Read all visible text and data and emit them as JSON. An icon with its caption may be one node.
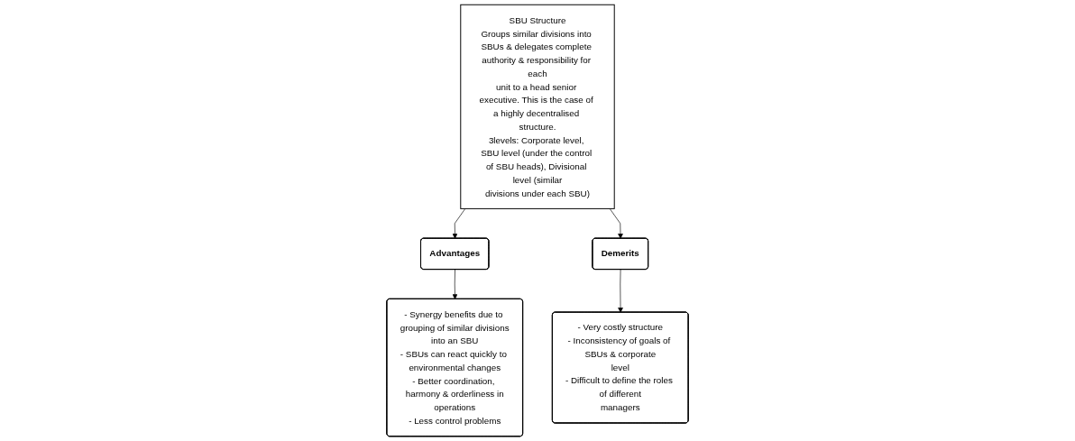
{
  "diagram": {
    "nodes": [
      {
        "text": [
          "SBU Structure",
          "Groups similar divisions into SBUs & delegates complete authority & responsibility for each unit to a head senior executive. This is the case of a highly decentralised structure.",
          "3levels: Corporate level, SBU level (under the control of SBU heads), Divisional level (similar divisions under each SBU)"
        ]
      },
      {
        "text": [
          "Advantages"
        ]
      },
      {
        "text": [
          "Demerits"
        ]
      },
      {
        "text": [
          "- Synergy benefits due to grouping of similar divisions into an SBU",
          "- SBUs can react quickly to environmental changes",
          "- Better coordination, harmony & orderliness in operations",
          "- Less control problems"
        ]
      },
      {
        "text": [
          "- Very costly structure",
          "- Inconsistency of goals of SBUs & corporate level",
          "- Difficult to define the roles of different managers"
        ]
      }
    ],
    "edges": [
      {
        "from": 0,
        "to": 1,
        "arrow": "to"
      },
      {
        "from": 0,
        "to": 2,
        "arrow": "to"
      },
      {
        "from": 1,
        "to": 3,
        "arrow": "to"
      },
      {
        "from": 2,
        "to": 4,
        "arrow": "to"
      }
    ]
  }
}
